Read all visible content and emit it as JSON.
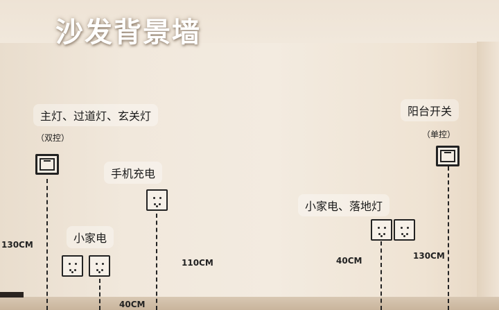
{
  "title": "沙发背景墙",
  "left_switch": {
    "label": "主灯、过道灯、玄关灯",
    "note": "（双控）",
    "height": "130CM"
  },
  "phone_charging": {
    "label": "手机充电",
    "height": "110CM"
  },
  "small_appliances": {
    "label": "小家电",
    "height": "40CM"
  },
  "appliances_floor_lamp": {
    "label": "小家电、落地灯",
    "height": "40CM"
  },
  "balcony_switch": {
    "label": "阳台开关",
    "note": "（单控）",
    "height": "130CM"
  }
}
